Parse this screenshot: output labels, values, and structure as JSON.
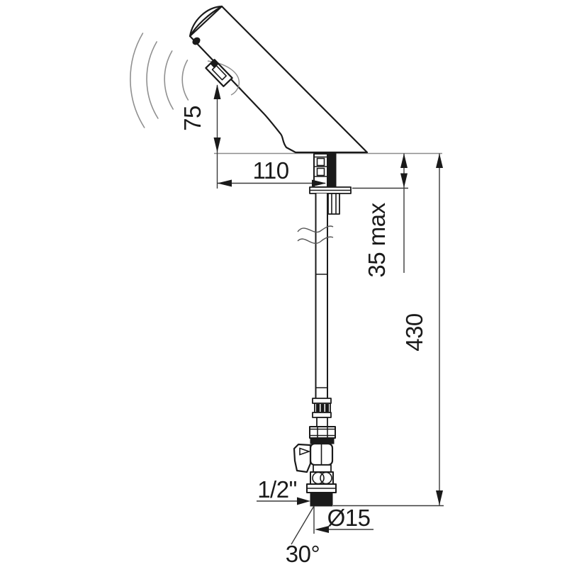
{
  "page": {
    "background": "#ffffff"
  },
  "drawing": {
    "type": "technical-dimension-drawing",
    "subject": "deck-mounted infrared sensor tap with stop valve, side elevation",
    "labels": {
      "sensor_height": "75",
      "reach": "110",
      "deck_max": "35 max",
      "total_height": "430",
      "thread": "1/2\"",
      "diameter": "Ø15",
      "angle": "30°"
    },
    "colors": {
      "outline": "#1a1a1a",
      "dimension": "#3a3a3a",
      "construction": "#8d8d8d"
    }
  }
}
